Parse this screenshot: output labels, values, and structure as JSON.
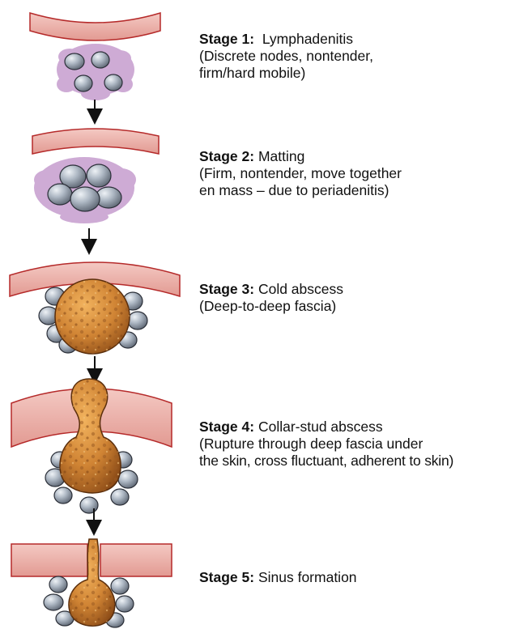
{
  "stages": [
    {
      "label": "Stage 1:",
      "title": "Lymphadenitis",
      "lines": [
        "(Discrete nodes, nontender,",
        "firm/hard mobile)"
      ]
    },
    {
      "label": "Stage 2:",
      "title": "Matting",
      "lines": [
        "(Firm, nontender, move together",
        "en mass – due to periadenitis)"
      ]
    },
    {
      "label": "Stage 3:",
      "title": "Cold abscess",
      "lines": [
        "(Deep-to-deep fascia)"
      ]
    },
    {
      "label": "Stage 4:",
      "title": "Collar-stud  abscess",
      "lines": [
        "(Rupture through deep fascia under",
        "the skin, cross fluctuant, adherent to skin)"
      ]
    },
    {
      "label": "Stage 5:",
      "title": "Sinus formation",
      "lines": []
    }
  ],
  "colors": {
    "skin": "#e7a6a0",
    "skin_edge": "#b52a2a",
    "node": "#a9b3bf",
    "node_edge": "#2b2f38",
    "tissue": "#c9a3d1",
    "abscess": "#c97a2c",
    "abscess_dark": "#8a4a16",
    "arrow": "#111111"
  },
  "icons": [
    "down-arrow-icon"
  ]
}
